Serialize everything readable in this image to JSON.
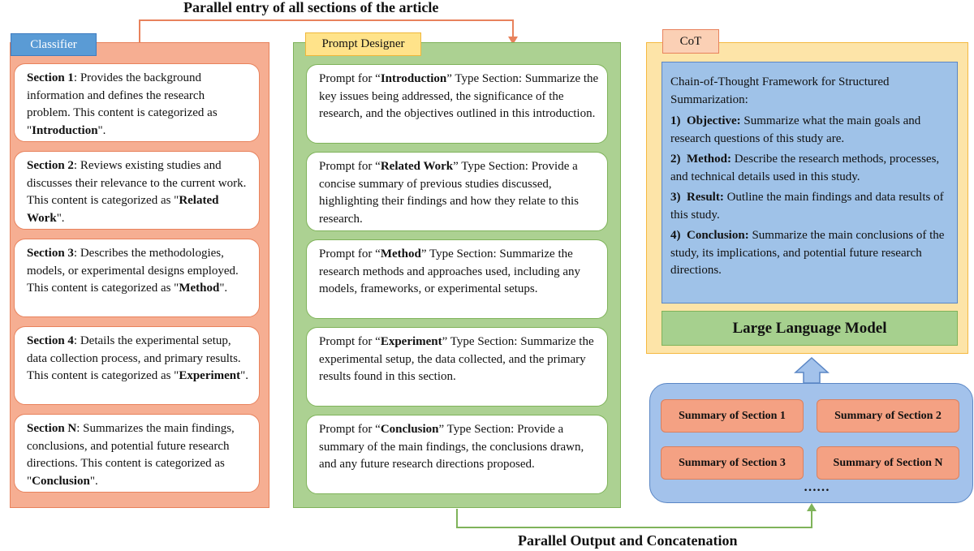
{
  "top_caption": "Parallel entry of all sections of the article",
  "bottom_caption": "Parallel Output and Concatenation",
  "classifier": {
    "label": "Classifier",
    "cards": [
      {
        "lead": "Section 1",
        "body": ": Provides the background information and defines the research problem. This content is categorized as \"",
        "category": "Introduction",
        "tail": "\"."
      },
      {
        "lead": "Section 2",
        "body": ": Reviews existing studies and discusses their relevance to the current work. This content is categorized as \"",
        "category": "Related Work",
        "tail": "\"."
      },
      {
        "lead": "Section 3",
        "body": ": Describes the methodologies, models, or experimental designs employed. This content is categorized as \"",
        "category": "Method",
        "tail": "\"."
      },
      {
        "lead": "Section 4",
        "body": ": Details the experimental setup, data collection process, and primary results. This content is categorized as \"",
        "category": "Experiment",
        "tail": "\"."
      },
      {
        "lead": "Section N",
        "body": ": Summarizes the main findings, conclusions, and potential future research directions. This content is categorized as \"",
        "category": "Conclusion",
        "tail": "\"."
      }
    ]
  },
  "prompt_designer": {
    "label": "Prompt Designer",
    "cards": [
      {
        "pre": "Prompt for “",
        "type": "Introduction",
        "post": "” Type Section:",
        "body": "Summarize the key issues being addressed, the significance of the research, and the objectives outlined in this introduction."
      },
      {
        "pre": "Prompt for “",
        "type": "Related Work",
        "post": "” Type Section:",
        "body": "Provide a concise summary of previous studies discussed, highlighting their findings and how they relate to this research."
      },
      {
        "pre": "Prompt for “",
        "type": "Method",
        "post": "” Type Section:",
        "body": "Summarize the research methods and approaches used, including any models, frameworks, or experimental setups."
      },
      {
        "pre": "Prompt for “",
        "type": "Experiment",
        "post": "” Type Section:",
        "body": "Summarize the experimental setup, the data collected, and the primary results found in this section."
      },
      {
        "pre": "Prompt for “",
        "type": "Conclusion",
        "post": "” Type Section:",
        "body": "Provide a summary of the main findings, the conclusions drawn, and any future research directions proposed."
      }
    ]
  },
  "cot": {
    "label": "CoT",
    "intro": "Chain-of-Thought Framework for Structured Summarization:",
    "steps": [
      {
        "num": "1)",
        "name": "Objective:",
        "text": "Summarize what the main goals and research questions of this study are."
      },
      {
        "num": "2)",
        "name": "Method:",
        "text": "Describe the research methods, processes, and technical details used in this study."
      },
      {
        "num": "3)",
        "name": "Result:",
        "text": "Outline the main findings and data results of this study."
      },
      {
        "num": "4)",
        "name": "Conclusion:",
        "text": "Summarize the main conclusions of the study, its implications, and potential future research directions."
      }
    ],
    "llm_label": "Large Language Model"
  },
  "summaries": {
    "items": [
      "Summary of Section 1",
      "Summary of Section 2",
      "Summary of Section 3",
      "Summary of Section N"
    ],
    "ellipsis": "……"
  },
  "colors": {
    "classifier_bg": "#f6ae92",
    "classifier_border": "#e8825c",
    "classifier_label_bg": "#5a9bd5",
    "prompt_bg": "#acd192",
    "prompt_border": "#7fb35a",
    "prompt_label_bg": "#ffe38a",
    "prompt_label_border": "#f0b73a",
    "cot_bg": "#fde4a8",
    "cot_border": "#f5b941",
    "cot_inner_bg": "#9fc2e8",
    "llm_bg": "#a6d08e",
    "summary_panel_bg": "#a3c2eb",
    "summary_box_bg": "#f4a183",
    "arrow_orange": "#e8825c",
    "arrow_green": "#7fb35a"
  }
}
